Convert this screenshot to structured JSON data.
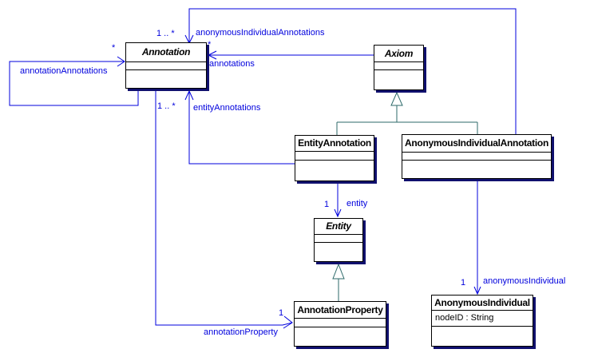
{
  "classes": {
    "annotation": {
      "name": "Annotation",
      "abstract": true
    },
    "axiom": {
      "name": "Axiom",
      "abstract": true
    },
    "entityAnnotation": {
      "name": "EntityAnnotation",
      "abstract": false
    },
    "anonymousIndividualAnnotation": {
      "name": "AnonymousIndividualAnnotation",
      "abstract": false
    },
    "entity": {
      "name": "Entity",
      "abstract": true
    },
    "annotationProperty": {
      "name": "AnnotationProperty",
      "abstract": false
    },
    "anonymousIndividual": {
      "name": "AnonymousIndividual",
      "abstract": false,
      "attributes": [
        "nodeID : String"
      ]
    }
  },
  "associations": {
    "anonymousIndividualAnnotations": {
      "label": "anonymousIndividualAnnotations",
      "multiplicity": "1 .. *"
    },
    "annotations": {
      "label": "annotations",
      "multiplicity": "*"
    },
    "annotationAnnotations": {
      "label": "annotationAnnotations",
      "multiplicity": "*"
    },
    "entityAnnotations": {
      "label": "entityAnnotations",
      "multiplicity": "1 .. *"
    },
    "annotationProperty": {
      "label": "annotationProperty",
      "multiplicity": "1"
    },
    "entity": {
      "label": "entity",
      "multiplicity": "1"
    },
    "anonymousIndividual": {
      "label": "anonymousIndividual",
      "multiplicity": "1"
    }
  },
  "colors": {
    "association": "#0000dd",
    "generalization": "#2d6a6a",
    "class_border": "#000000",
    "class_shadow": "#10106e",
    "class_fill": "#ffffff",
    "background": "#ffffff",
    "text": "#000000"
  }
}
